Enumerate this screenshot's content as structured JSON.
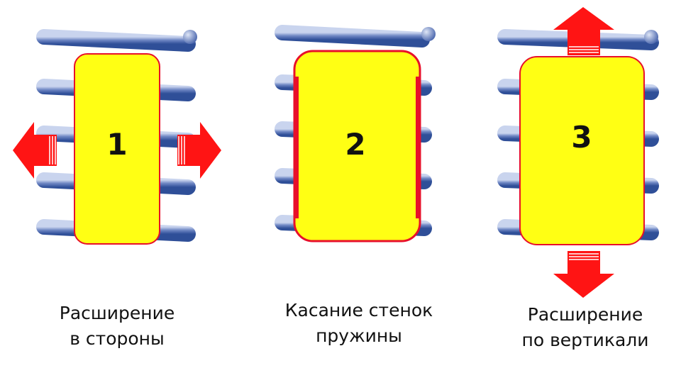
{
  "colors": {
    "coil_light": "#c9d4ee",
    "coil_mid": "#6f87c4",
    "coil_dark": "#2f4f98",
    "block_fill": "#ffff14",
    "block_stroke": "#e8102a",
    "arrow_red": "#ff1414",
    "text": "#111111"
  },
  "panels": [
    {
      "number": "1",
      "caption_lines": [
        "Расширение",
        "в стороны"
      ],
      "arrow_direction": "horizontal"
    },
    {
      "number": "2",
      "caption_lines": [
        "Касание стенок",
        "пружины"
      ],
      "arrow_direction": "none"
    },
    {
      "number": "3",
      "caption_lines": [
        "Расширение",
        "по вертикали"
      ],
      "arrow_direction": "vertical"
    }
  ],
  "icons": [
    "spring-coil-icon",
    "arrow-left-icon",
    "arrow-right-icon",
    "arrow-up-icon",
    "arrow-down-icon"
  ]
}
